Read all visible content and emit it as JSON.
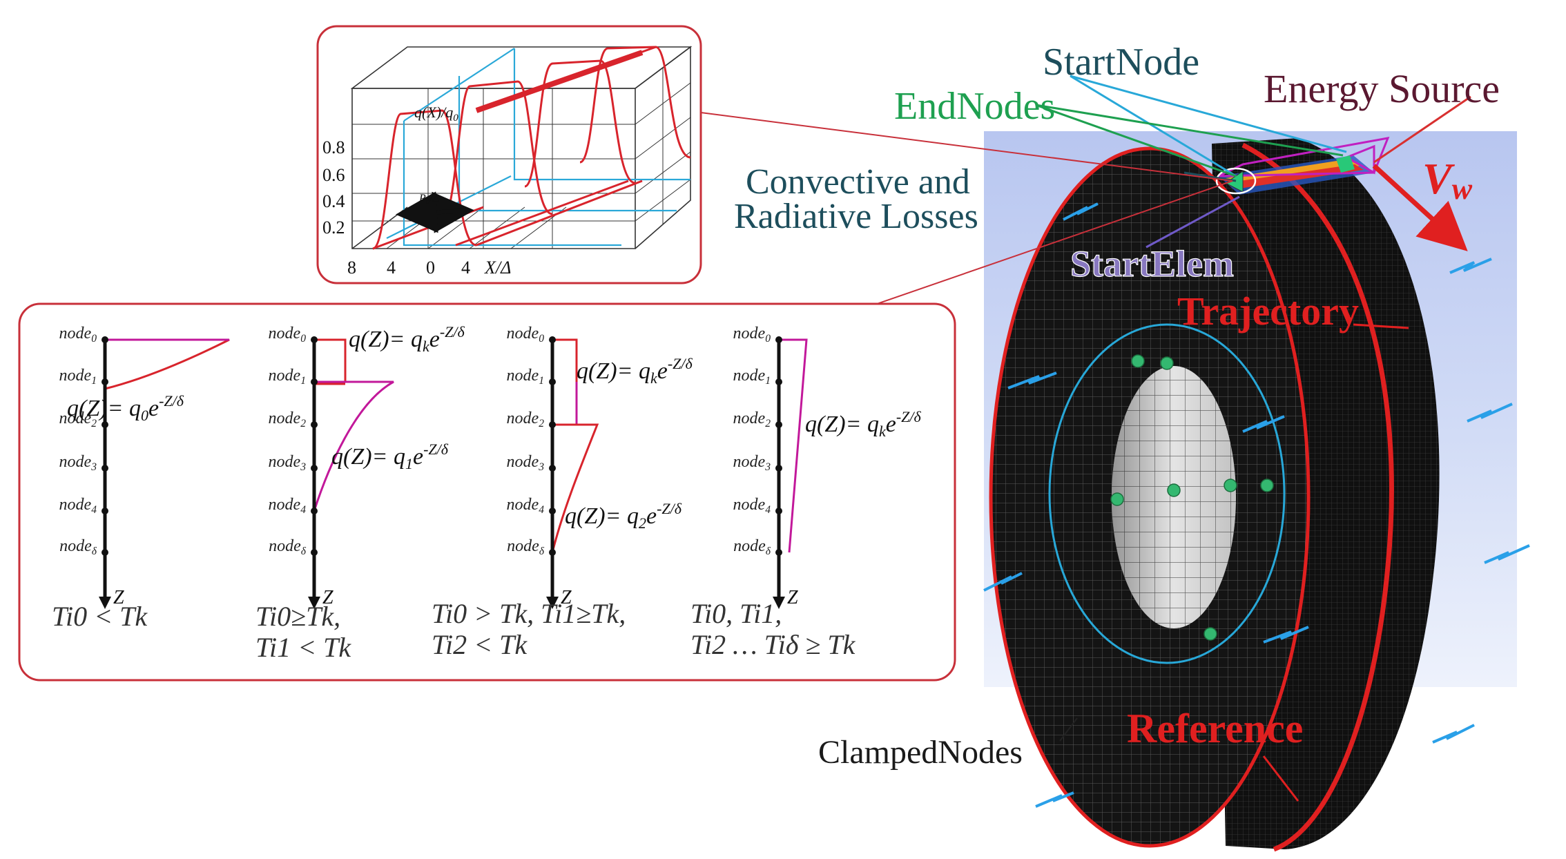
{
  "colors": {
    "panel_border": "#c8303a",
    "curve_red": "#d8242c",
    "curve_magenta": "#c2189a",
    "grid_blue": "#2aa8d8",
    "bg_blue": "#c8d4f2",
    "mesh_dark": "#161616",
    "rim_red": "#e02020",
    "label_teal": "#1d4e5c",
    "label_green": "#1ea050",
    "label_maroon": "#5a1830",
    "label_lavender": "#8878c0",
    "label_red": "#e02020",
    "node_green": "#34b870",
    "ring_cyan": "#28a8d8",
    "arrow_cyan": "#2aa0e8"
  },
  "inset3d": {
    "curve_label": "q(X)/q",
    "curve_label_sub": "0",
    "y_ticks": [
      "0.8",
      "0.6",
      "0.4",
      "0.2"
    ],
    "x_ticks": [
      "8",
      "4",
      "0",
      "4"
    ],
    "x_axis_label": "X/Δ",
    "radius_label": "R",
    "radius_label_sub": "b",
    "radius_label_tail": "/Δ"
  },
  "depth_panel": {
    "nodes": [
      "node",
      "node",
      "node",
      "node",
      "node",
      "node"
    ],
    "node_subs": [
      "0",
      "1",
      "2",
      "3",
      "4",
      "δ"
    ],
    "axis_label": "Z",
    "cases": [
      {
        "formulas": [
          {
            "pre": "q(Z)= q",
            "sub": "0",
            "mid": "e",
            "sup": "-Z/δ"
          }
        ],
        "cond_line1": "Ti0 < Tk",
        "cond_line2": ""
      },
      {
        "formulas": [
          {
            "pre": "q(Z)= q",
            "sub": "k",
            "mid": "e",
            "sup": "-Z/δ"
          },
          {
            "pre": "q(Z)= q",
            "sub": "1",
            "mid": "e",
            "sup": "-Z/δ"
          }
        ],
        "cond_line1": "Ti0≥Tk,",
        "cond_line2": "Ti1 < Tk"
      },
      {
        "formulas": [
          {
            "pre": "q(Z)= q",
            "sub": "k",
            "mid": "e",
            "sup": "-Z/δ"
          },
          {
            "pre": "q(Z)= q",
            "sub": "2",
            "mid": "e",
            "sup": "-Z/δ"
          }
        ],
        "cond_line1": "Ti0 > Tk, Ti1≥Tk,",
        "cond_line2": "Ti2 < Tk"
      },
      {
        "formulas": [
          {
            "pre": "q(Z)= q",
            "sub": "k",
            "mid": "e",
            "sup": "-Z/δ"
          }
        ],
        "cond_line1": "Ti0, Ti1,",
        "cond_line2": "Ti2 … Tiδ ≥ Tk"
      }
    ]
  },
  "wheel_labels": {
    "start_node": "StartNode",
    "energy_source": "Energy Source",
    "end_nodes": "EndNodes",
    "losses_line1": "Convective and",
    "losses_line2": "Radiative Losses",
    "velocity": "V",
    "velocity_sub": "w",
    "start_elem": "StartElem",
    "trajectory": "Trajectory",
    "reference": "Reference",
    "clamped_nodes": "ClampedNodes"
  }
}
